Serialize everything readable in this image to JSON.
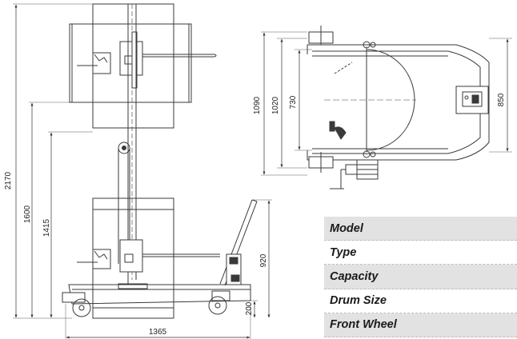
{
  "dimensions": {
    "overall_height": "2170",
    "lift_height": "1600",
    "drum_center_height": "1415",
    "handle_height": "920",
    "base_height": "200",
    "overall_length": "1365",
    "top_depth": "1090",
    "inner_depth": "1020",
    "drum_depth": "730",
    "frame_width": "850"
  },
  "spec_table": {
    "rows": [
      {
        "label": "Model"
      },
      {
        "label": "Type"
      },
      {
        "label": "Capacity"
      },
      {
        "label": "Drum Size"
      },
      {
        "label": "Front Wheel"
      }
    ]
  },
  "colors": {
    "line": "#3a3a3a",
    "row_shade": "#e2e2e2"
  }
}
